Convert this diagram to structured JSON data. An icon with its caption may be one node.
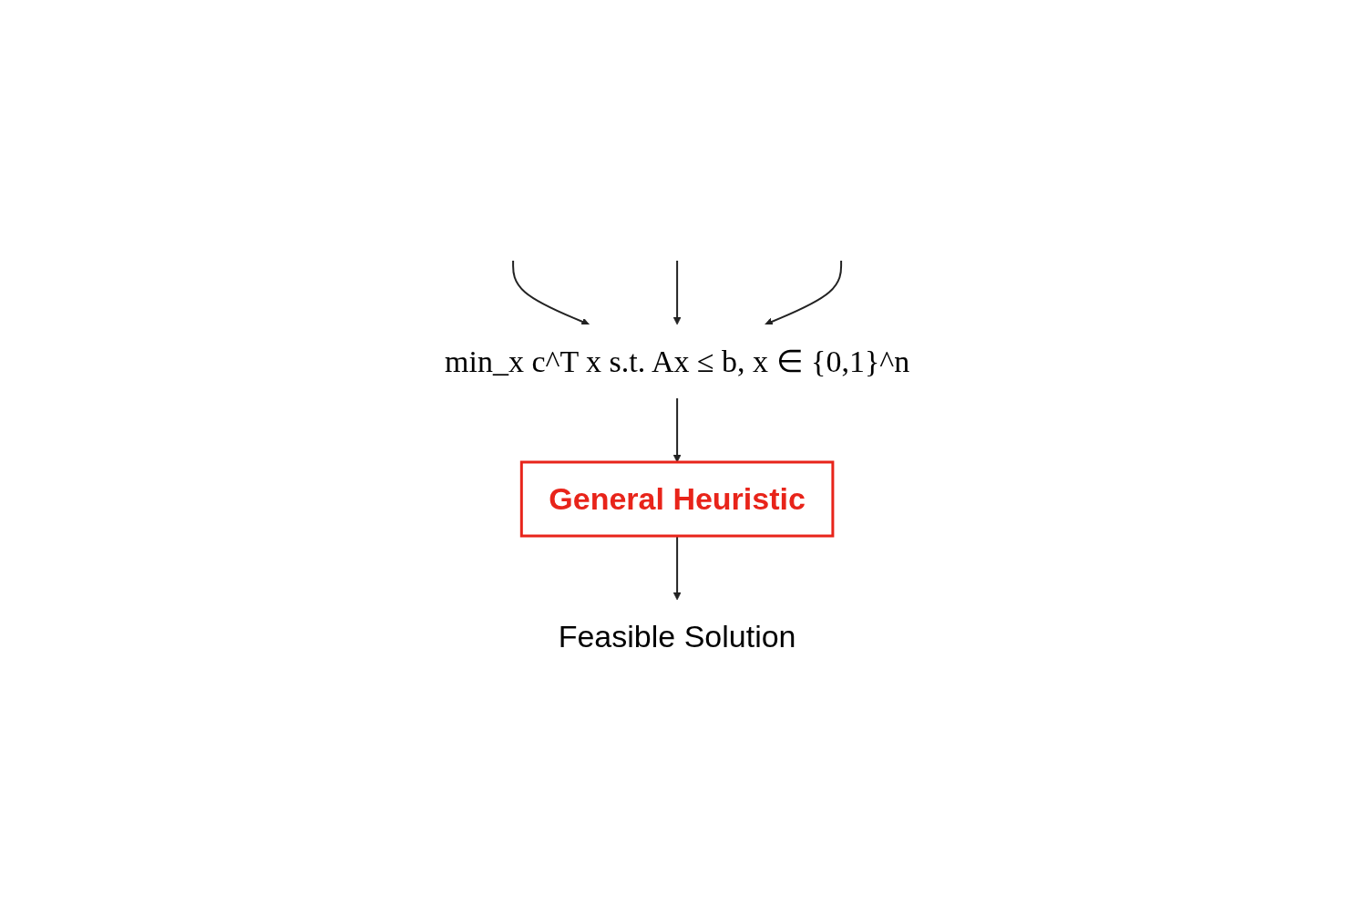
{
  "diagram": {
    "nodes": [
      {
        "text": [
          "min_x c^T x s.t. Ax ≤ b, x ∈ {0,1}^n"
        ]
      },
      {
        "text": [
          "General Heuristic"
        ]
      },
      {
        "text": [
          "Feasible Solution"
        ]
      }
    ],
    "edges": [
      {
        "from": null,
        "to": 0,
        "arrow": "to"
      },
      {
        "from": null,
        "to": 0,
        "arrow": "to"
      },
      {
        "from": null,
        "to": 0,
        "arrow": "to"
      },
      {
        "from": 0,
        "to": 1,
        "arrow": "to"
      },
      {
        "from": 1,
        "to": 2,
        "arrow": "to"
      }
    ]
  }
}
